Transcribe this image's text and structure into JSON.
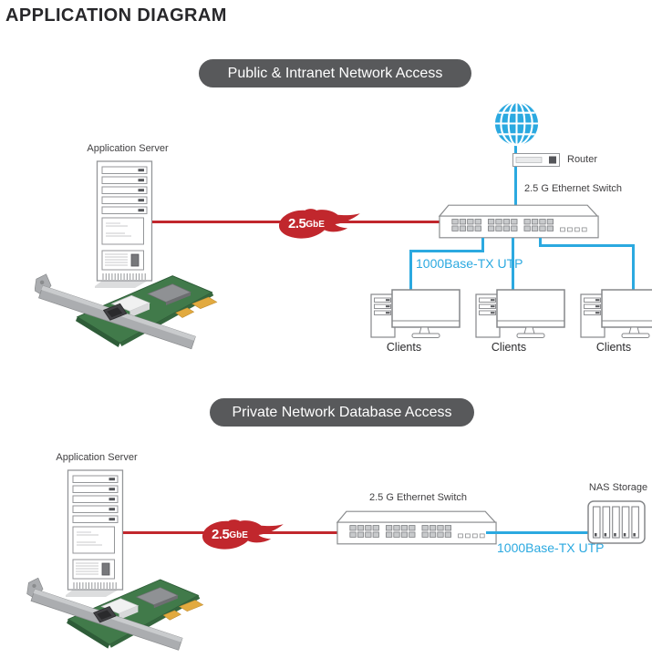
{
  "page": {
    "title": "APPLICATION DIAGRAM"
  },
  "colors": {
    "link_red": "#c1272d",
    "link_blue": "#2ba9e0",
    "banner_bg": "#58595b"
  },
  "diagram1": {
    "banner": "Public & Intranet Network Access",
    "server": {
      "label": "Application Server"
    },
    "nic_badge": {
      "value": "2.5",
      "unit": "GbE"
    },
    "router": {
      "label": "Router"
    },
    "switch": {
      "label": "2.5 G Ethernet Switch"
    },
    "utp": {
      "label": "1000Base-TX UTP"
    },
    "internet_icon": "globe-icon",
    "clients": [
      {
        "label": "Clients"
      },
      {
        "label": "Clients"
      },
      {
        "label": "Clients"
      }
    ]
  },
  "diagram2": {
    "banner": "Private Network Database Access",
    "server": {
      "label": "Application Server"
    },
    "nic_badge": {
      "value": "2.5",
      "unit": "GbE"
    },
    "switch": {
      "label": "2.5 G Ethernet Switch"
    },
    "utp": {
      "label": "1000Base-TX UTP"
    },
    "nas": {
      "label": "NAS Storage"
    }
  }
}
